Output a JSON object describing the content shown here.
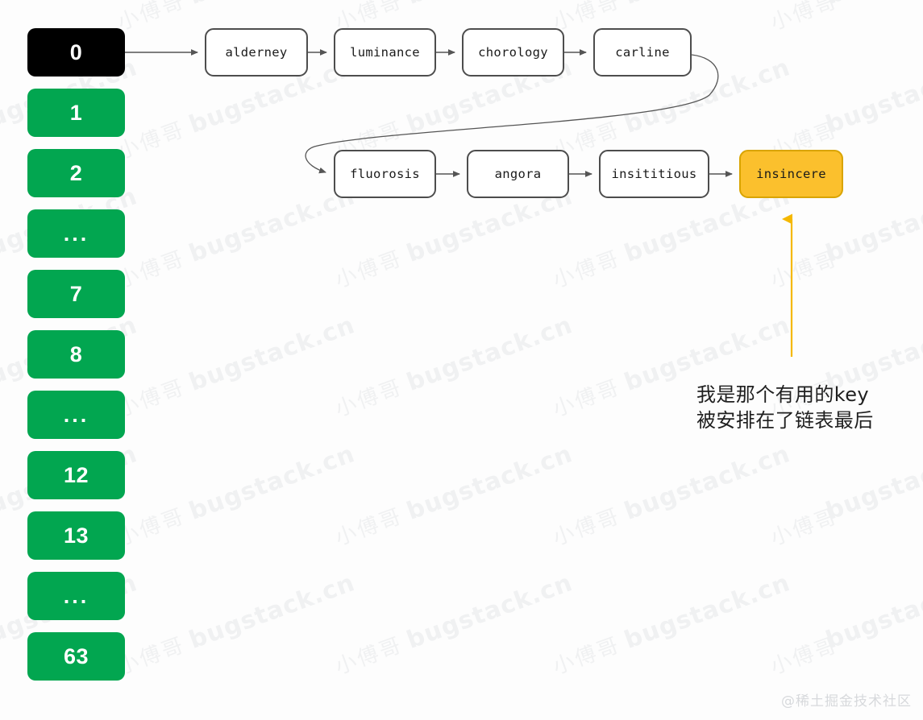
{
  "diagram": {
    "background_color": "#fdfdfd",
    "bucket_color": "#02a650",
    "head_color": "#000000",
    "highlight_color": "#fbc02d",
    "arrow_color": "#4d4d4d",
    "highlight_arrow_color": "#f5b800"
  },
  "buckets": [
    {
      "label": "0",
      "type": "head"
    },
    {
      "label": "1",
      "type": "slot"
    },
    {
      "label": "2",
      "type": "slot"
    },
    {
      "label": "...",
      "type": "slot"
    },
    {
      "label": "7",
      "type": "slot"
    },
    {
      "label": "8",
      "type": "slot"
    },
    {
      "label": "...",
      "type": "slot"
    },
    {
      "label": "12",
      "type": "slot"
    },
    {
      "label": "13",
      "type": "slot"
    },
    {
      "label": "...",
      "type": "slot"
    },
    {
      "label": "63",
      "type": "slot"
    }
  ],
  "chain_row_one": [
    {
      "label": "alderney"
    },
    {
      "label": "luminance"
    },
    {
      "label": "chorology"
    },
    {
      "label": "carline"
    }
  ],
  "chain_row_two": [
    {
      "label": "fluorosis"
    },
    {
      "label": "angora"
    },
    {
      "label": "insititious"
    },
    {
      "label": "insincere",
      "highlight": true
    }
  ],
  "annotation": {
    "line1": "我是那个有用的key",
    "line2": "被安排在了链表最后"
  },
  "watermark": {
    "text_en": "bugstack.cn",
    "text_cn": "小傅哥"
  },
  "footer": {
    "credit": "@稀土掘金技术社区"
  }
}
